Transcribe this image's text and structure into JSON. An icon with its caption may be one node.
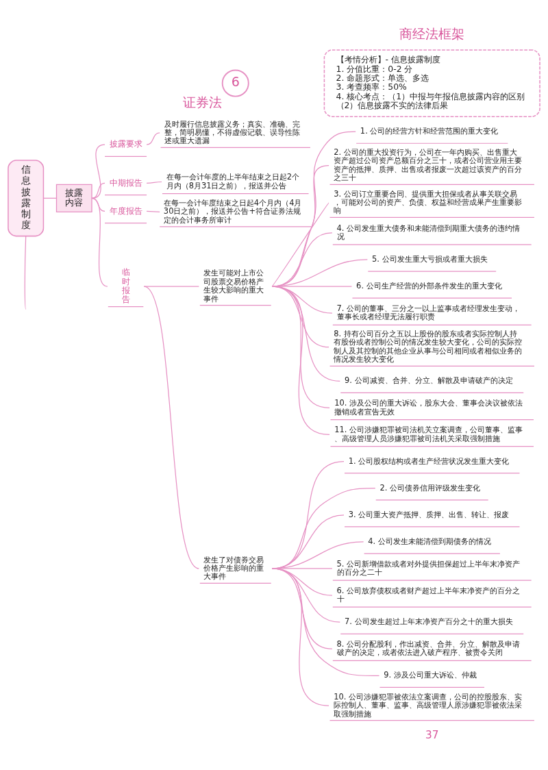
{
  "diagram": {
    "nodes": [
      {
        "text": [
          "6"
        ],
        "beside": [
          "证券法"
        ]
      },
      {
        "text": [
          "【考情分析】- 信息披露制度",
          "1. 分值比重：0-2 分",
          "2. 命题形式：单选、多选",
          "3. 考查频率：50%",
          "4. 核心考点：（1）中报与年报信息披露内容的区别",
          "（2）信息披露不实的法律后果"
        ]
      },
      {
        "text": [
          "信息披露制度"
        ]
      },
      {
        "text": [
          "披露内容"
        ]
      },
      {
        "text": [
          "披露要求"
        ]
      },
      {
        "text": [
          "及时履行信息披露义务；真实、准确、完整，简明易懂，不得虚假记载、误导性陈述或重大遗漏"
        ]
      },
      {
        "text": [
          "中期报告"
        ]
      },
      {
        "text": [
          "在每一会计年度的上半年结束之日起2个月内（8月31日之前），报送并公告"
        ]
      },
      {
        "text": [
          "年度报告"
        ]
      },
      {
        "text": [
          "在每一会计年度结束之日起4个月内（4月30日之前），报送并公告+符合证券法规定的会计事务所审计"
        ]
      },
      {
        "text": [
          "临时报告"
        ]
      },
      {
        "text": [
          "发生可能对上市公司股票交易价格产生较大影响的重大事件"
        ]
      },
      {
        "text": [
          "1. 公司的经营方针和经营范围的重大变化"
        ]
      },
      {
        "text": [
          "2. 公司的重大投资行为，公司在一年内购买、出售重大资产超过公司资产总额百分之三十，或者公司营业用主要资产的抵押、质押、出售或者报废一次超过该资产的百分之三十"
        ]
      },
      {
        "text": [
          "3. 公司订立重要合同、提供重大担保或者从事关联交易，可能对公司的资产、负债、权益和经营成果产生重要影响"
        ]
      },
      {
        "text": [
          "4. 公司发生重大债务和未能清偿到期重大债务的违约情况"
        ]
      },
      {
        "text": [
          "5. 公司发生重大亏损或者重大损失"
        ]
      },
      {
        "text": [
          "6. 公司生产经营的外部条件发生的重大变化"
        ]
      },
      {
        "text": [
          "7. 公司的董事、三分之一以上监事或者经理发生变动，董事长或者经理无法履行职责"
        ]
      },
      {
        "text": [
          "8. 持有公司百分之五以上股份的股东或者实际控制人持有股份或者控制公司的情况发生较大变化，公司的实际控制人及其控制的其他企业从事与公司相同或者相似业务的情况发生较大变化"
        ]
      },
      {
        "text": [
          "9. 公司减资、合并、分立、解散及申请破产的决定"
        ]
      },
      {
        "text": [
          "10. 涉及公司的重大诉讼，股东大会、董事会决议被依法撤销或者宣告无效"
        ]
      },
      {
        "text": [
          "11. 公司涉嫌犯罪被司法机关立案调查，公司董事、监事、高级管理人员涉嫌犯罪被司法机关采取强制措施"
        ]
      },
      {
        "text": [
          "发生了对债券交易价格产生影响的重大事件"
        ]
      },
      {
        "text": [
          "1. 公司股权结构或者生产经营状况发生重大变化"
        ]
      },
      {
        "text": [
          "2. 公司债券信用评级发生变化"
        ]
      },
      {
        "text": [
          "3. 公司重大资产抵押、质押、出售、转让、报废"
        ]
      },
      {
        "text": [
          "4. 公司发生未能清偿到期债务的情况"
        ]
      },
      {
        "text": [
          "5. 公司新增借款或者对外提供担保超过上半年末净资产的百分之二十"
        ]
      },
      {
        "text": [
          "6. 公司放弃债权或者财产超过上半年末净资产的百分之十"
        ]
      },
      {
        "text": [
          "7. 公司发生超过上年末净资产百分之十的重大损失"
        ]
      },
      {
        "text": [
          "8. 公司分配股利，作出减资、合并、分立、解散及申请破产的决定，或者依法进入破产程序、被责令关闭"
        ]
      },
      {
        "text": [
          "9. 涉及公司重大诉讼、仲裁"
        ]
      },
      {
        "text": [
          "10. 公司涉嫌犯罪被依法立案调查，公司的控股股东、实际控制人、董事、监事、高级管理人原涉嫌犯罪被依法采取强制措施"
        ]
      }
    ],
    "edges": [
      {
        "from": 2,
        "to": 3,
        "arrow": "none"
      },
      {
        "from": 2,
        "to": null,
        "arrow": "none"
      },
      {
        "from": 3,
        "to": 4,
        "arrow": "none"
      },
      {
        "from": 3,
        "to": 6,
        "arrow": "none"
      },
      {
        "from": 3,
        "to": 8,
        "arrow": "none"
      },
      {
        "from": 3,
        "to": 10,
        "arrow": "none"
      },
      {
        "from": 4,
        "to": 5,
        "arrow": "none"
      },
      {
        "from": 6,
        "to": 7,
        "arrow": "none"
      },
      {
        "from": 8,
        "to": 9,
        "arrow": "none"
      },
      {
        "from": 10,
        "to": 11,
        "arrow": "none"
      },
      {
        "from": 10,
        "to": 23,
        "arrow": "none"
      },
      {
        "from": 11,
        "to": 12,
        "arrow": "none"
      },
      {
        "from": 11,
        "to": 13,
        "arrow": "none"
      },
      {
        "from": 11,
        "to": 14,
        "arrow": "none"
      },
      {
        "from": 11,
        "to": 15,
        "arrow": "none"
      },
      {
        "from": 11,
        "to": 16,
        "arrow": "none"
      },
      {
        "from": 11,
        "to": 17,
        "arrow": "none"
      },
      {
        "from": 11,
        "to": 18,
        "arrow": "none"
      },
      {
        "from": 11,
        "to": 19,
        "arrow": "none"
      },
      {
        "from": 11,
        "to": 20,
        "arrow": "none"
      },
      {
        "from": 11,
        "to": 21,
        "arrow": "none"
      },
      {
        "from": 11,
        "to": 22,
        "arrow": "none"
      },
      {
        "from": 23,
        "to": 24,
        "arrow": "none"
      },
      {
        "from": 23,
        "to": 25,
        "arrow": "none"
      },
      {
        "from": 23,
        "to": 26,
        "arrow": "none"
      },
      {
        "from": 23,
        "to": 27,
        "arrow": "none"
      },
      {
        "from": 23,
        "to": 28,
        "arrow": "none"
      },
      {
        "from": 23,
        "to": 29,
        "arrow": "none"
      },
      {
        "from": 23,
        "to": 30,
        "arrow": "none"
      },
      {
        "from": 23,
        "to": 31,
        "arrow": "none"
      },
      {
        "from": 23,
        "to": 32,
        "arrow": "none"
      },
      {
        "from": 23,
        "to": 33,
        "arrow": "none"
      }
    ],
    "labels": [
      "商经法框架",
      "37"
    ]
  }
}
